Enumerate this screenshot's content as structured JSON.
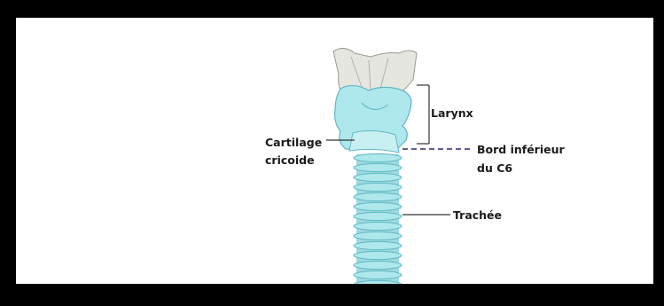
{
  "labels": {
    "larynx": "Larynx",
    "cartilage_line1": "Cartilage",
    "cartilage_line2": "cricoide",
    "bord_line1": "Bord inférieur",
    "bord_line2": "du C6",
    "trachee": "Trachée"
  },
  "colors": {
    "cartilage": "#aee8ec",
    "cartilage_edge": "#5fb7c4",
    "thyroid_upper": "#e6e6e0",
    "leader_line": "#333333",
    "dashed_line": "#2a2a6e",
    "frame": "#000000"
  },
  "trachea": {
    "ring_count": 14
  }
}
